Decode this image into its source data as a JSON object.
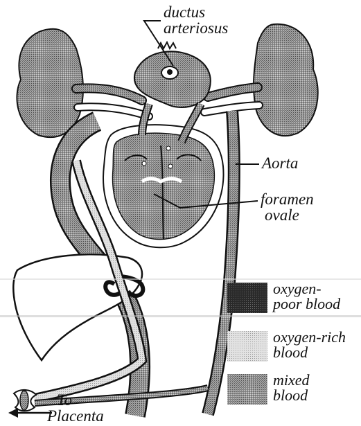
{
  "labels": {
    "ductus": [
      "ductus",
      "arteriosus"
    ],
    "aorta": "Aorta",
    "foramen": [
      "foramen",
      "ovale"
    ],
    "placenta": [
      "To",
      "Placenta"
    ]
  },
  "legend": [
    {
      "lines": [
        "oxygen-",
        "poor blood"
      ],
      "swatch": "#1e1e1e"
    },
    {
      "lines": [
        "oxygen-rich",
        "blood"
      ],
      "swatch": "#d6d6d6"
    },
    {
      "lines": [
        "mixed",
        "blood"
      ],
      "swatch": "#8a8a8a"
    }
  ]
}
